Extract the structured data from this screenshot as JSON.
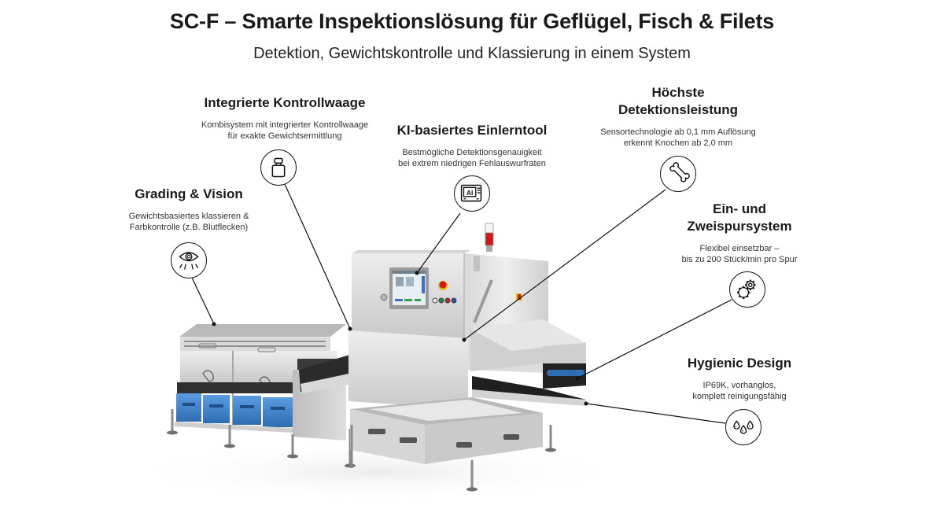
{
  "header": {
    "title": "SC-F – Smarte Inspektionslösung für Geflügel, Fisch & Filets",
    "subtitle": "Detektion, Gewichtskontrolle und Klassierung in einem System"
  },
  "features": [
    {
      "id": "kontrollwaage",
      "title": "Integrierte Kontrollwaage",
      "description_line1": "Kombisystem mit integrierter Kontrollwaage",
      "description_line2": "für exakte Gewichtsermittlung",
      "icon": "weight-icon"
    },
    {
      "id": "grading",
      "title": "Grading & Vision",
      "description_line1": "Gewichtsbasiertes klassieren &",
      "description_line2": "Farbkontrolle (z.B. Blutflecken)",
      "icon": "eye-icon"
    },
    {
      "id": "ki",
      "title": "KI-basiertes Einlerntool",
      "description_line1": "Bestmögliche Detektionsgenauigkeit",
      "description_line2": "bei extrem niedrigen Fehlauswurfraten",
      "icon": "ai-monitor-icon",
      "icon_text": "AI"
    },
    {
      "id": "detektion",
      "title_line1": "Höchste",
      "title_line2": "Detektionsleistung",
      "description_line1": "Sensortechnologie ab 0,1 mm Auflösung",
      "description_line2": "erkennt Knochen ab 2,0 mm",
      "icon": "bone-icon"
    },
    {
      "id": "spursystem",
      "title_line1": "Ein- und",
      "title_line2": "Zweispursystem",
      "description_line1": "Flexibel einsetzbar –",
      "description_line2": "bis zu 200 Stück/min pro Spur",
      "icon": "gears-icon"
    },
    {
      "id": "hygiene",
      "title": "Hygienic Design",
      "description_line1": "IP69K, vorhanglos,",
      "description_line2": "komplett reinigungsfähig",
      "icon": "water-drops-icon"
    }
  ],
  "colors": {
    "text": "#1a1a1a",
    "steel_light": "#e4e4e4",
    "steel_mid": "#c6c6c6",
    "steel_dark": "#8e8e8e",
    "crate_blue": "#3f7fc4",
    "signal_red": "#d01818",
    "belt_dark": "#2a2a2a"
  }
}
